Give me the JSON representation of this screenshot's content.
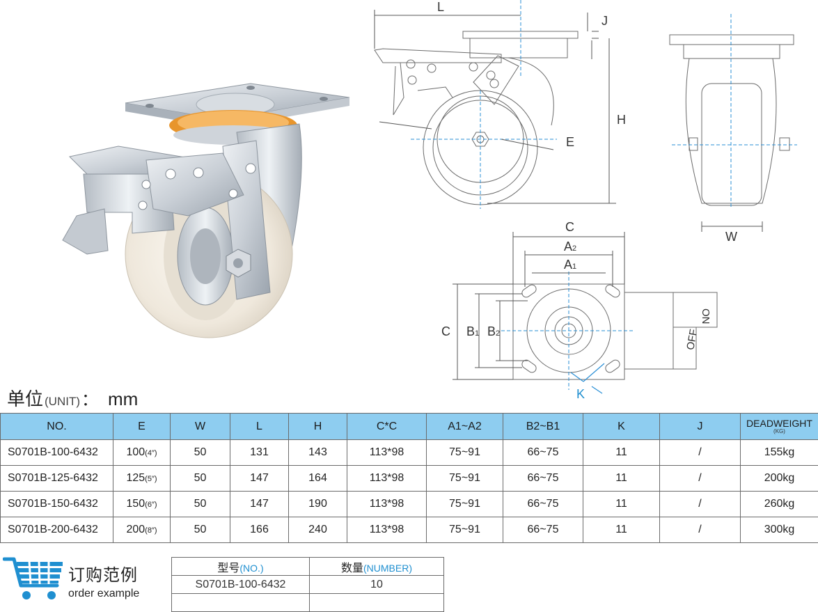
{
  "dimension_labels": {
    "L": "L",
    "J": "J",
    "H": "H",
    "E": "E",
    "W": "W",
    "C_top": "C",
    "A2": "A",
    "A2_sub": "2",
    "A1": "A",
    "A1_sub": "1",
    "C_side": "C",
    "B1": "B",
    "B1_sub": "1",
    "B2": "B",
    "B2_sub": "2",
    "K": "K",
    "on": "ON",
    "off": "OFF"
  },
  "unit": {
    "label_cn": "单位",
    "label_en": "(UNIT)",
    "colon": "：",
    "value": "mm"
  },
  "spec_table": {
    "headers": {
      "no": "NO.",
      "e": "E",
      "w": "W",
      "l": "L",
      "h": "H",
      "cc": "C*C",
      "a": "A1~A2",
      "b": "B2~B1",
      "k": "K",
      "j": "J",
      "dw": "DEADWEIGHT",
      "dw_unit": "(KG)"
    },
    "rows": [
      {
        "no": "S0701B-100-6432",
        "e": "100",
        "e_inch": "(4″)",
        "w": "50",
        "l": "131",
        "h": "143",
        "cc": "113*98",
        "a": "75~91",
        "b": "66~75",
        "k": "11",
        "j": "/",
        "dw": "155kg"
      },
      {
        "no": "S0701B-125-6432",
        "e": "125",
        "e_inch": "(5″)",
        "w": "50",
        "l": "147",
        "h": "164",
        "cc": "113*98",
        "a": "75~91",
        "b": "66~75",
        "k": "11",
        "j": "/",
        "dw": "200kg"
      },
      {
        "no": "S0701B-150-6432",
        "e": "150",
        "e_inch": "(6″)",
        "w": "50",
        "l": "147",
        "h": "190",
        "cc": "113*98",
        "a": "75~91",
        "b": "66~75",
        "k": "11",
        "j": "/",
        "dw": "260kg"
      },
      {
        "no": "S0701B-200-6432",
        "e": "200",
        "e_inch": "(8″)",
        "w": "50",
        "l": "166",
        "h": "240",
        "cc": "113*98",
        "a": "75~91",
        "b": "66~75",
        "k": "11",
        "j": "/",
        "dw": "300kg"
      }
    ]
  },
  "order_example": {
    "title_cn": "订购范例",
    "title_en": "order example",
    "headers": {
      "model_cn": "型号",
      "model_en": "(NO.)",
      "qty_cn": "数量",
      "qty_en": "(NUMBER)"
    },
    "row": {
      "model": "S0701B-100-6432",
      "qty": "10"
    }
  },
  "colors": {
    "header_blue": "#8ecdf0",
    "accent_blue": "#1f8fd0",
    "orange_ring": "#e8952c",
    "nylon_wheel": "#f1ece2"
  },
  "icons": [
    "shopping-cart-icon"
  ]
}
